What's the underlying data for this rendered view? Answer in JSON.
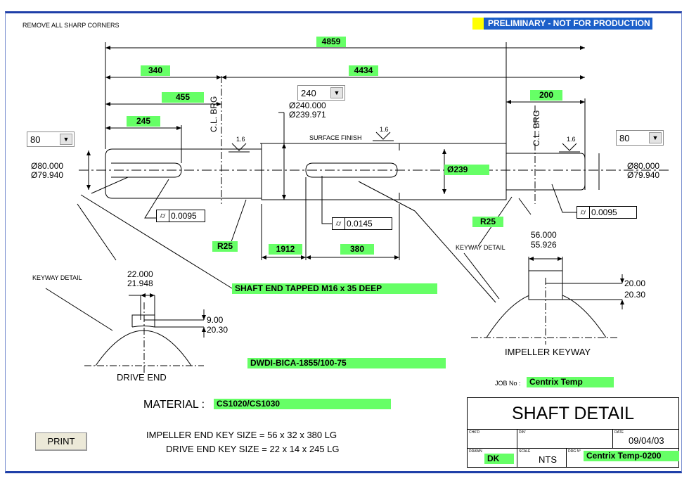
{
  "notes": {
    "sharp_corners": "REMOVE ALL SHARP CORNERS",
    "banner": "PRELIMINARY - NOT FOR PRODUCTION",
    "surface_finish": "SURFACE FINISH",
    "cl_brg": "C.L. BRG",
    "keyway_detail": "KEYWAY DETAIL",
    "shaft_end_tapped": "SHAFT END TAPPED M16 x 35 DEEP",
    "drawing_ref": "DWDI-BICA-1855/100-75",
    "drive_end": "DRIVE END",
    "impeller_keyway": "IMPELLER KEYWAY",
    "job_no_label": "JOB No :",
    "job_no_value": "Centrix Temp",
    "material_label": "MATERIAL :",
    "material_value": "CS1020/CS1030",
    "impeller_key": "IMPELLER END KEY SIZE = 56 x 32 x 380 LG",
    "drive_key": "DRIVE END KEY SIZE = 22 x 14 x 245 LG"
  },
  "dims": {
    "overall": "4859",
    "d340": "340",
    "d4434": "4434",
    "d455": "455",
    "d245": "245",
    "d200": "200",
    "d1912": "1912",
    "d380": "380",
    "dia239": "Ø239",
    "dia240_max": "Ø240.000",
    "dia240_min": "Ø239.971",
    "dia80_max": "Ø80.000",
    "dia80_min": "Ø79.940",
    "r25": "R25",
    "finish": "1.6",
    "runout_left": "0.0095",
    "runout_mid": "0.0145",
    "runout_right": "0.0095",
    "runout_symbol": "⌭",
    "drive_kw_w1": "22.000",
    "drive_kw_w2": "21.948",
    "drive_kw_d1": "9.00",
    "drive_kw_d2": "20.30",
    "imp_kw_w1": "56.000",
    "imp_kw_w2": "55.926",
    "imp_kw_d1": "20.00",
    "imp_kw_d2": "20.30"
  },
  "selects": {
    "left_dia": "80",
    "mid_dia": "240",
    "right_dia": "80"
  },
  "buttons": {
    "print": "PRINT"
  },
  "titleblock": {
    "title": "SHAFT DETAIL",
    "chkd_label": "CHK'D",
    "dint_label": "DIN'",
    "date_label": "DATE",
    "date": "09/04/03",
    "drawn_label": "DRAWN",
    "drawn": "DK",
    "scale_label": "SCALE",
    "scale": "NTS",
    "drg_label": "DRG N°",
    "drg": "Centrix Temp-0200"
  },
  "colors": {
    "highlight": "#66ff66",
    "banner_bg": "#1c5fc9",
    "banner_flag": "#ffff00",
    "frame": "#1f3fa8"
  }
}
